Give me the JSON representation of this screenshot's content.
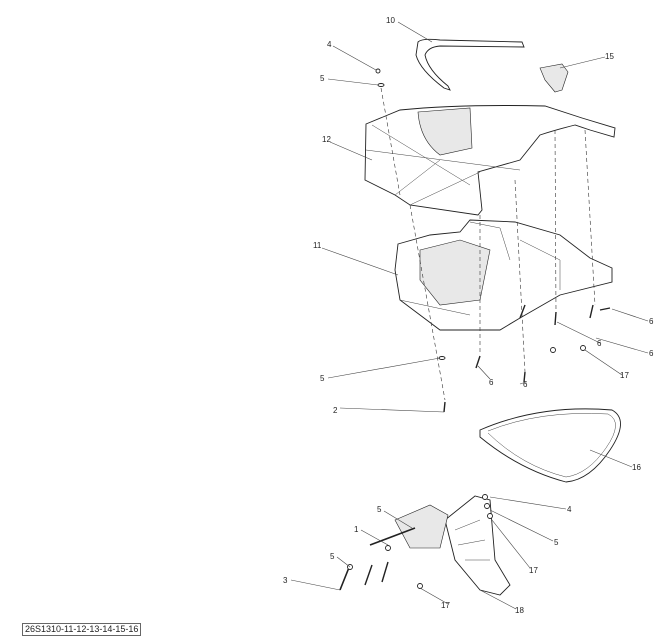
{
  "diagram": {
    "reference": "26S1310-11-12-13-14-15-16",
    "callouts": [
      "10",
      "4",
      "5",
      "15",
      "12",
      "11",
      "6",
      "6",
      "6",
      "17",
      "5",
      "6",
      "6",
      "2",
      "16",
      "5",
      "4",
      "1",
      "5",
      "17",
      "5",
      "3",
      "17",
      "18"
    ]
  }
}
